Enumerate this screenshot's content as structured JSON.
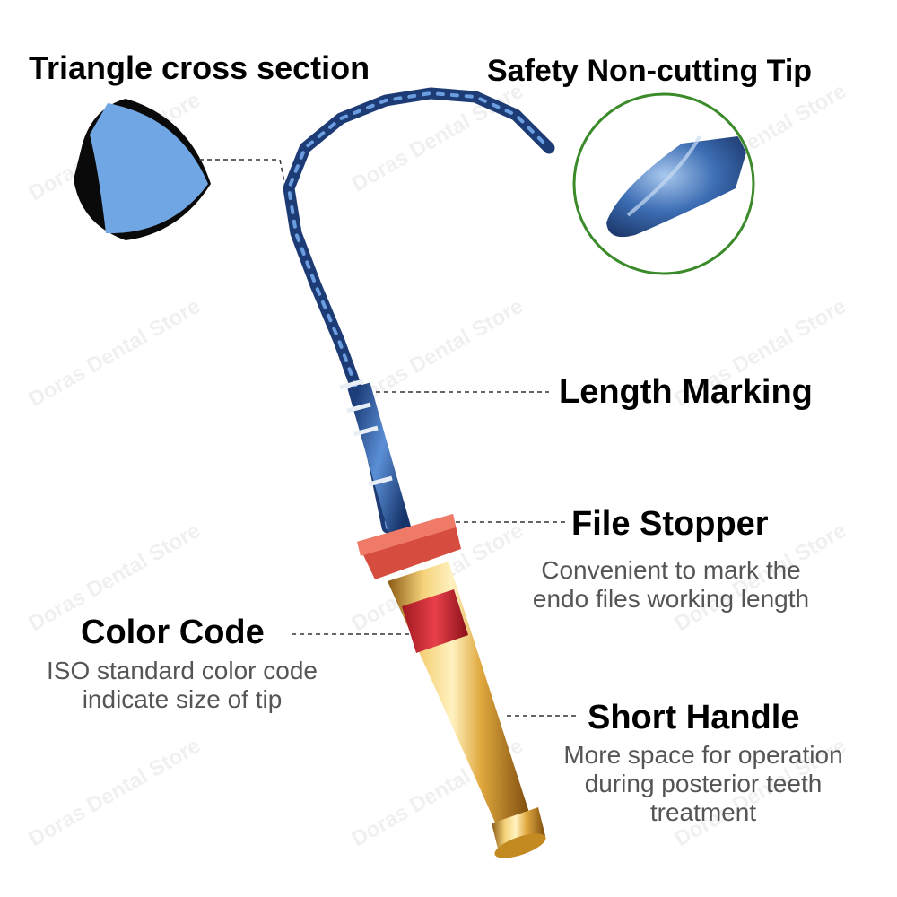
{
  "watermark": "Doras Dental Store",
  "labels": {
    "triangle": "Triangle cross section",
    "tip": "Safety Non-cutting Tip",
    "length": "Length Marking",
    "stopper": "File Stopper",
    "stopper_desc": [
      "Convenient to mark the",
      "endo files working length"
    ],
    "color": "Color Code",
    "color_desc": [
      "ISO standard color code",
      "indicate size of tip"
    ],
    "handle": "Short Handle",
    "handle_desc": [
      "More space for operation",
      "during posterior teeth",
      "treatment"
    ]
  },
  "colors": {
    "file_blue": "#2c5a9c",
    "cross_section": "#6fa6e3",
    "stopper": "#e05a4a",
    "handle_gold": "#d8a23a",
    "color_band": "#d6323a",
    "tip_ring": "#3a8a2a"
  }
}
